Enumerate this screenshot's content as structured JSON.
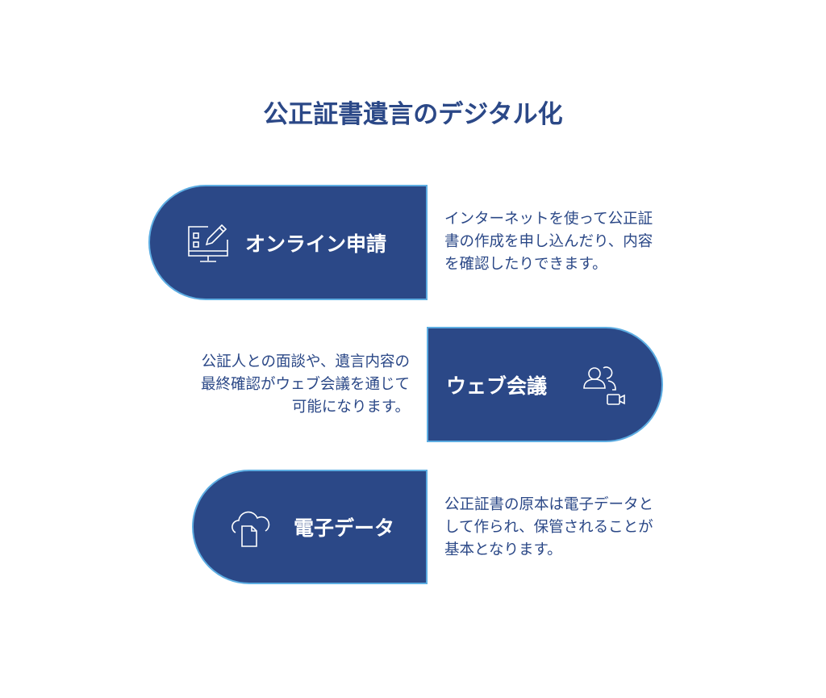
{
  "title": "公正証書遺言のデジタル化",
  "colors": {
    "primary": "#2B4887",
    "border": "#5DADE2",
    "text": "#2B4887"
  },
  "items": [
    {
      "label": "オンライン申請",
      "icon": "monitor-edit-icon",
      "description": [
        "インターネットを使って公正証",
        "書の作成を申し込んだり、内容",
        "を確認したりできます。"
      ]
    },
    {
      "label": "ウェブ会議",
      "icon": "video-meeting-icon",
      "description": [
        "公証人との面談や、遺言内容の",
        "最終確認がウェブ会議を通じて",
        "可能になります。"
      ]
    },
    {
      "label": "電子データ",
      "icon": "cloud-document-icon",
      "description": [
        "公正証書の原本は電子データと",
        "して作られ、保管されることが",
        "基本となります。"
      ]
    }
  ]
}
